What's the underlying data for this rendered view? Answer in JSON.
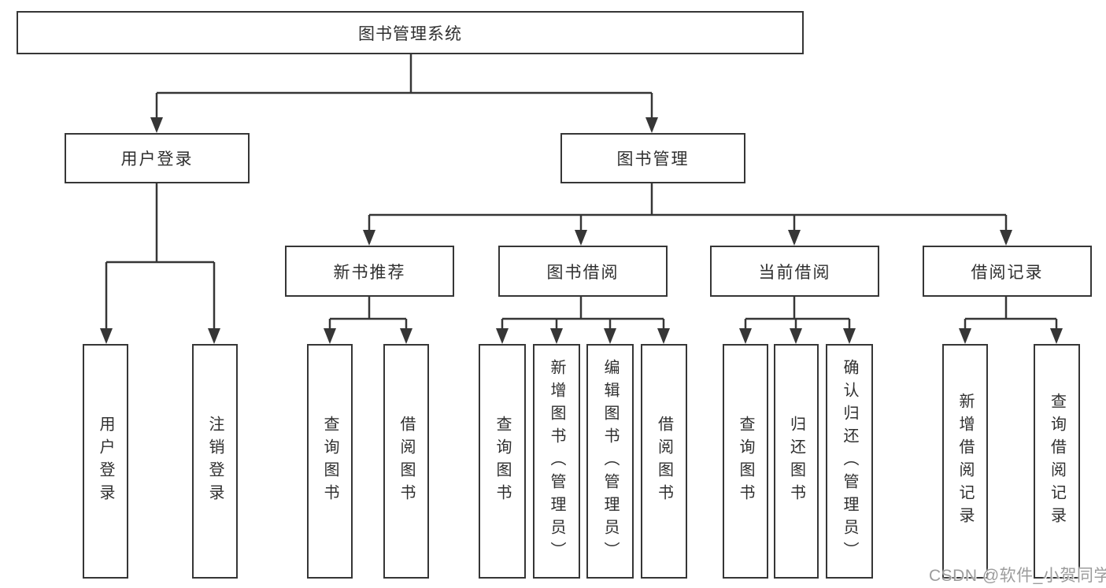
{
  "watermark": "CSDN @软件_小贺同学",
  "colors": {
    "line": "#363636",
    "text": "#2f2f2f",
    "watermark_gray": "#9c9c9c",
    "background": "#ffffff"
  },
  "nodes": {
    "root": {
      "label": "图书管理系统"
    },
    "user_login": {
      "label": "用户登录"
    },
    "book_mgmt": {
      "label": "图书管理"
    },
    "new_book_rec": {
      "label": "新书推荐"
    },
    "book_borrow": {
      "label": "图书借阅"
    },
    "current_borrow": {
      "label": "当前借阅"
    },
    "borrow_records": {
      "label": "借阅记录"
    },
    "leaf_user_login": {
      "label": "用户登录"
    },
    "leaf_logout": {
      "label": "注销登录"
    },
    "leaf_rec_query": {
      "label": "查询图书"
    },
    "leaf_rec_borrow": {
      "label": "借阅图书"
    },
    "leaf_bb_query": {
      "label": "查询图书"
    },
    "leaf_bb_add": {
      "label": "新增图书（管理员）"
    },
    "leaf_bb_edit": {
      "label": "编辑图书（管理员）"
    },
    "leaf_bb_borrow": {
      "label": "借阅图书"
    },
    "leaf_cb_query": {
      "label": "查询图书"
    },
    "leaf_cb_return": {
      "label": "归还图书"
    },
    "leaf_cb_confirm": {
      "label": "确认归还（管理员）"
    },
    "leaf_br_add": {
      "label": "新增借阅记录"
    },
    "leaf_br_query": {
      "label": "查询借阅记录"
    }
  },
  "hierarchy": {
    "图书管理系统": [
      "用户登录",
      "图书管理"
    ],
    "用户登录": [
      "用户登录",
      "注销登录"
    ],
    "图书管理": [
      "新书推荐",
      "图书借阅",
      "当前借阅",
      "借阅记录"
    ],
    "新书推荐": [
      "查询图书",
      "借阅图书"
    ],
    "图书借阅": [
      "查询图书",
      "新增图书（管理员）",
      "编辑图书（管理员）",
      "借阅图书"
    ],
    "当前借阅": [
      "查询图书",
      "归还图书",
      "确认归还（管理员）"
    ],
    "借阅记录": [
      "新增借阅记录",
      "查询借阅记录"
    ]
  }
}
